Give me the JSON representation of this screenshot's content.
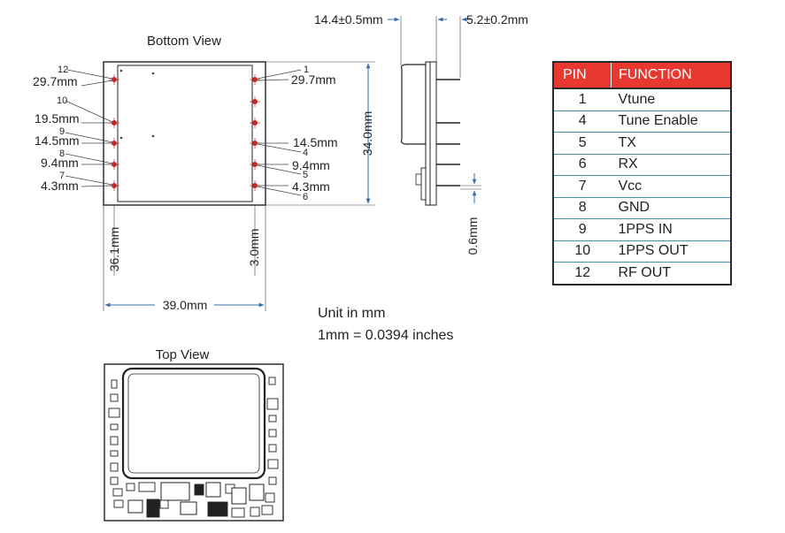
{
  "bottom_view": {
    "title": "Bottom View",
    "left_pins": [
      {
        "pin": "12",
        "dim": "29.7mm"
      },
      {
        "pin": "10",
        "dim": "19.5mm"
      },
      {
        "pin": "9",
        "dim": "14.5mm"
      },
      {
        "pin": "8",
        "dim": "9.4mm"
      },
      {
        "pin": "7",
        "dim": "4.3mm"
      }
    ],
    "right_pins": [
      {
        "pin": "1",
        "dim": "29.7mm"
      },
      {
        "pin": "4",
        "dim": "14.5mm"
      },
      {
        "pin": "5",
        "dim": "9.4mm"
      },
      {
        "pin": "6",
        "dim": "4.3mm"
      }
    ],
    "height_dim": "34.0mm",
    "width_dim": "39.0mm",
    "left_offset_dim": "36.1mm",
    "right_offset_dim": "3.0mm"
  },
  "side_view": {
    "height_dim": "14.4±0.5mm",
    "pin_length_dim": "5.2±0.2mm",
    "pin_offset_dim": "0.6mm"
  },
  "notes": {
    "unit": "Unit in mm",
    "conversion": "1mm = 0.0394 inches"
  },
  "top_view": {
    "title": "Top View"
  },
  "pin_table": {
    "header_pin": "PIN",
    "header_function": "FUNCTION",
    "header_color": "#e8382f",
    "rows": [
      {
        "pin": "1",
        "function": "Vtune"
      },
      {
        "pin": "4",
        "function": "Tune Enable"
      },
      {
        "pin": "5",
        "function": "TX"
      },
      {
        "pin": "6",
        "function": "RX"
      },
      {
        "pin": "7",
        "function": "Vcc"
      },
      {
        "pin": "8",
        "function": "GND"
      },
      {
        "pin": "9",
        "function": "1PPS IN"
      },
      {
        "pin": "10",
        "function": "1PPS OUT"
      },
      {
        "pin": "12",
        "function": "RF OUT"
      }
    ]
  },
  "colors": {
    "dimension_line": "#3a6fa8",
    "pin_marker": "#c62828",
    "outline": "#222222"
  }
}
